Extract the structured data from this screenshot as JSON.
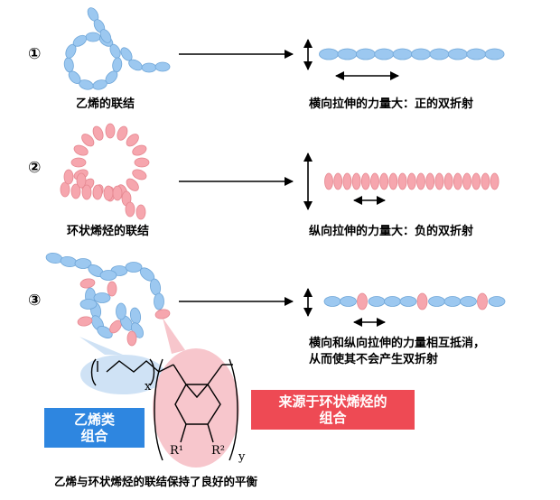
{
  "rows": [
    {
      "num": "①",
      "left_label": "乙烯的联结",
      "right_label": "横向拉伸的力量大：正的双折射"
    },
    {
      "num": "②",
      "left_label": "环状烯烃的联结",
      "right_label": "纵向拉伸的力量大：负的双折射"
    },
    {
      "num": "③",
      "left_label": "",
      "right_label_line1": "横向和纵向拉伸的力量相互抵消，",
      "right_label_line2": "从而使其不会产生双折射"
    }
  ],
  "structure": {
    "subscript_x": "x",
    "subscript_y": "y",
    "r1": "R¹",
    "r2": "R²"
  },
  "boxes": {
    "ethylene_line1": "乙烯类",
    "ethylene_line2": "组合",
    "cycloolefin_line1": "来源于环状烯烃的",
    "cycloolefin_line2": "组合"
  },
  "caption": "乙烯与环状烯烃的联结保持了良好的平衡",
  "colors": {
    "blue_bead": "#9cc8f0",
    "blue_stroke": "#6fa6d8",
    "pink_bead": "#f6a6ae",
    "pink_stroke": "#e58790",
    "blue_box": "#2e86e0",
    "red_box": "#ee4a54",
    "pink_halo": "#f7c6cc",
    "blue_halo": "#cfe2f5"
  }
}
